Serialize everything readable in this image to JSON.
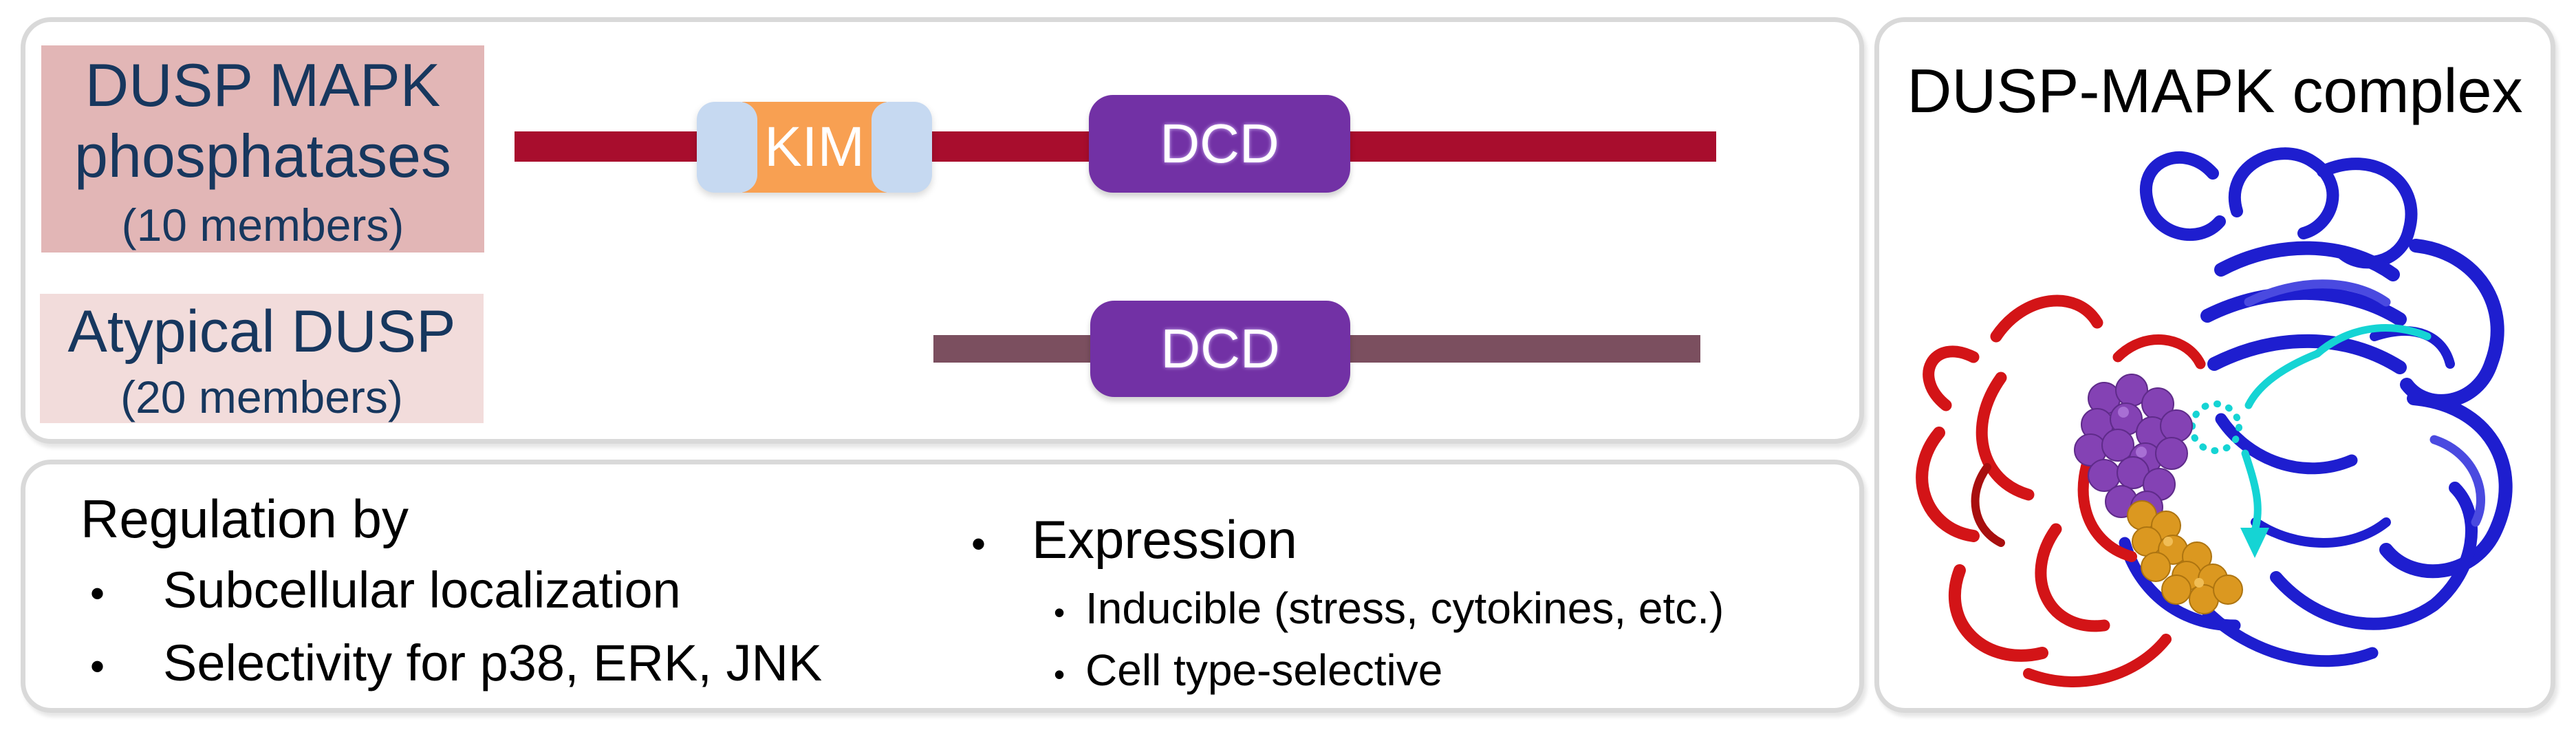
{
  "domain_panel": {
    "rows": [
      {
        "label": {
          "line1": "DUSP MAPK",
          "line2": "phosphatases",
          "members": "(10 members)"
        },
        "domains": {
          "kim": "KIM",
          "dcd": "DCD"
        },
        "line_color": "#a80d2d",
        "label_box_color": "#e2b6b6"
      },
      {
        "label": {
          "line1": "Atypical DUSP",
          "members": "(20 members)"
        },
        "domains": {
          "dcd": "DCD"
        },
        "line_color": "#7b4f5f",
        "label_box_color": "#f2dcdb"
      }
    ]
  },
  "notes_panel": {
    "heading": "Regulation by",
    "bullets": [
      "Subcellular localization",
      "Selectivity for p38, ERK, JNK"
    ],
    "expression": {
      "heading": "Expression",
      "bullets": [
        "Inducible (stress, cytokines, etc.)",
        "Cell type-selective"
      ]
    }
  },
  "structure_panel": {
    "title": "DUSP-MAPK complex"
  },
  "colors": {
    "panel_border": "#d9d9d9",
    "label_text_navy": "#17375e",
    "kim_fill_orange": "#f8a052",
    "kim_caps_light_blue": "#c6d9f1",
    "dcd_fill_purple": "#7231a5",
    "dusp_backbone_red": "#a80d2d",
    "atypical_backbone_mauve": "#7b4f5f",
    "protein_blue": "#1e1ecf",
    "protein_red": "#d31417",
    "linker_cyan": "#15d4d4",
    "spheres_purple": "#8442b4",
    "spheres_orange": "#db9820"
  }
}
